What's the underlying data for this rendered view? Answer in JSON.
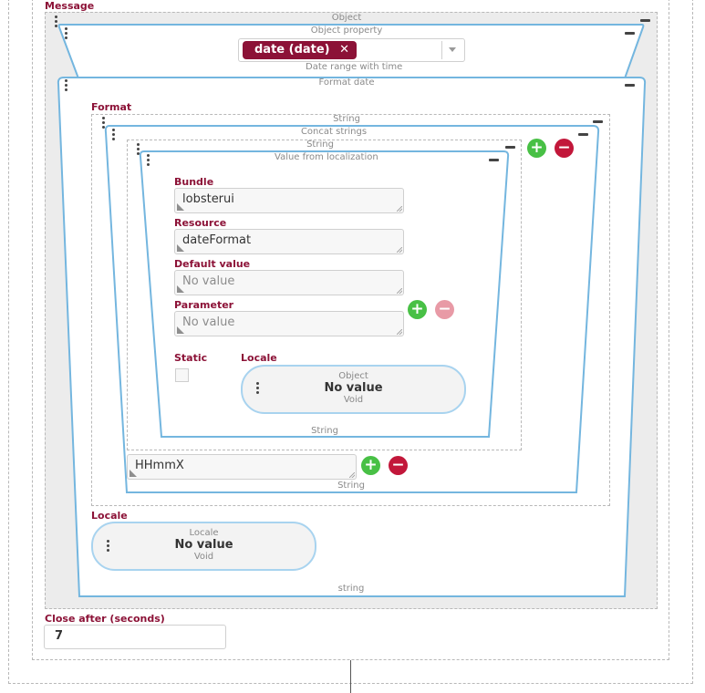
{
  "message": {
    "label": "Message",
    "object_node": {
      "title": "Object",
      "property": {
        "title": "Object property",
        "chip": "date (date)",
        "footer": "Date range with time"
      },
      "format_date": {
        "title": "Format date",
        "format_label": "Format",
        "string_node": {
          "title": "String",
          "concat": {
            "title": "Concat strings",
            "inner_string": {
              "title": "String",
              "localization": {
                "title": "Value from localization",
                "bundle_label": "Bundle",
                "bundle_value": "lobsterui",
                "resource_label": "Resource",
                "resource_value": "dateFormat",
                "default_label": "Default value",
                "default_placeholder": "No value",
                "parameter_label": "Parameter",
                "parameter_placeholder": "No value",
                "static_label": "Static",
                "locale_label": "Locale",
                "locale_pill": {
                  "title": "Object",
                  "value": "No value",
                  "type": "Void"
                },
                "footer": "String"
              }
            },
            "pattern_value": "HHmmX",
            "footer": "String"
          }
        },
        "locale_label": "Locale",
        "locale_pill": {
          "title": "Locale",
          "value": "No value",
          "type": "Void"
        },
        "footer": "string"
      }
    }
  },
  "close_after": {
    "label": "Close after (seconds)",
    "value": "7"
  },
  "colors": {
    "accent": "#8c1237",
    "node_border": "#74b6df",
    "add": "#48c045",
    "remove": "#c2173a"
  },
  "icons": [
    "drag-handle-icon",
    "collapse-icon",
    "add-icon",
    "remove-icon",
    "chip-remove-icon",
    "chevron-down-icon",
    "expand-corner-icon"
  ]
}
